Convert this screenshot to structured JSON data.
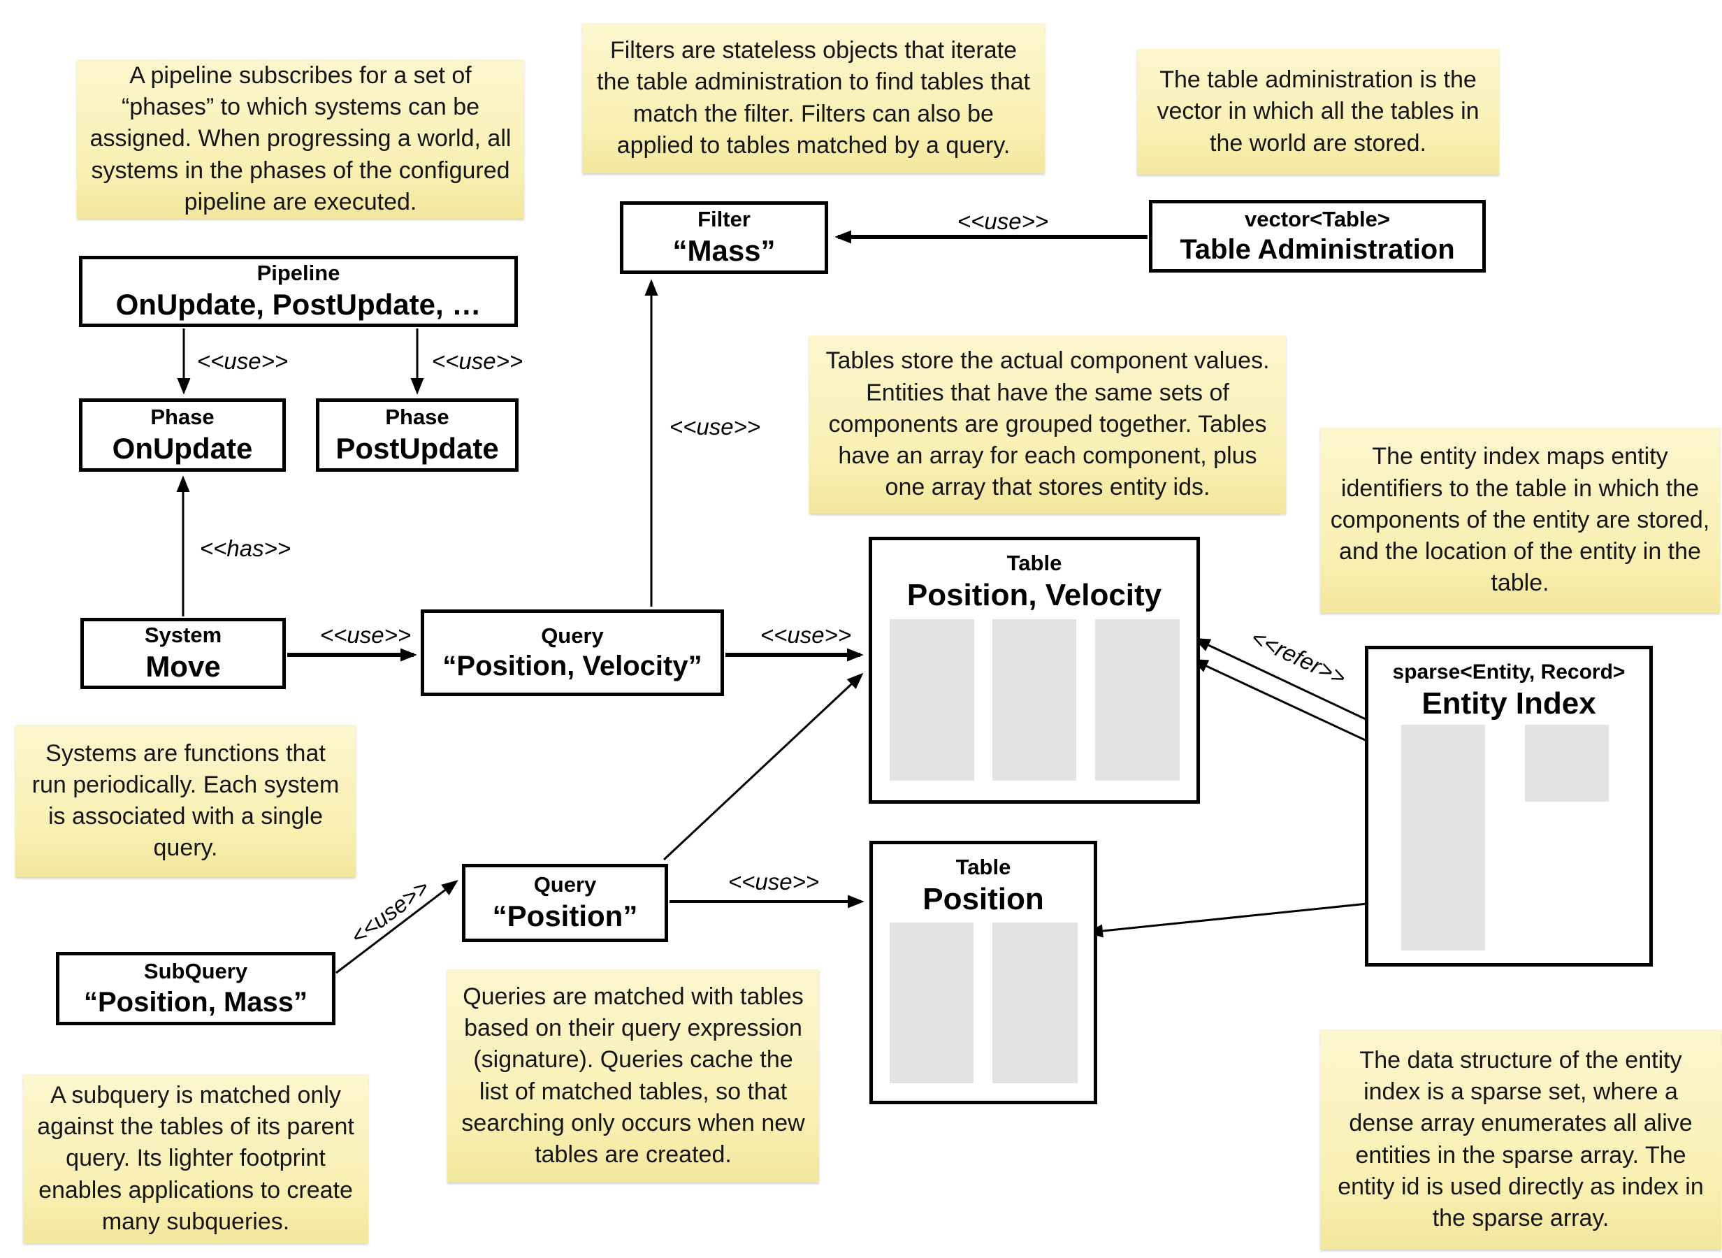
{
  "notes": {
    "pipeline": "A pipeline subscribes for a set of “phases” to which systems can be assigned. When progressing a world, all systems in the phases of the configured pipeline are executed.",
    "filters": "Filters are stateless objects that iterate the table administration to find tables that match the filter. Filters can also be applied to tables matched by a query.",
    "table_admin": "The table administration is the vector in which all the tables in the world are stored.",
    "tables": "Tables store the actual component values. Entities that have the same sets of components are grouped together. Tables have an array for each component, plus one array that stores entity ids.",
    "entity_index": "The entity index maps entity identifiers to the table in which the components of the entity are stored, and the location of the entity in the table.",
    "systems": "Systems are functions that run periodically. Each system is associated with a single query.",
    "queries": "Queries are matched with tables based on their query expression (signature). Queries cache the list of matched tables, so that searching only occurs when new tables are created.",
    "subquery": "A subquery is matched only against the tables of its parent query. Its lighter footprint enables applications to create many subqueries.",
    "sparse_set": "The data structure of the entity index is a sparse set, where a dense array enumerates all alive entities in the sparse array. The entity id is used directly as index in the sparse array."
  },
  "boxes": {
    "pipeline": {
      "stereotype": "Pipeline",
      "label": "OnUpdate, PostUpdate, …"
    },
    "phase_onupdate": {
      "stereotype": "Phase",
      "label": "OnUpdate"
    },
    "phase_postupdate": {
      "stereotype": "Phase",
      "label": "PostUpdate"
    },
    "system_move": {
      "stereotype": "System",
      "label": "Move"
    },
    "query_position_velocity": {
      "stereotype": "Query",
      "label": "“Position, Velocity”"
    },
    "query_position": {
      "stereotype": "Query",
      "label": "“Position”"
    },
    "subquery_position_mass": {
      "stereotype": "SubQuery",
      "label": "“Position, Mass”"
    },
    "filter_mass": {
      "stereotype": "Filter",
      "label": "“Mass”"
    },
    "table_administration": {
      "stereotype": "vector<Table>",
      "label": "Table Administration"
    },
    "table_position_velocity": {
      "stereotype": "Table",
      "label": "Position, Velocity"
    },
    "table_position": {
      "stereotype": "Table",
      "label": "Position"
    },
    "entity_index": {
      "stereotype": "sparse<Entity, Record>",
      "label": "Entity Index"
    }
  },
  "edge_labels": {
    "use": "<<use>>",
    "has": "<<has>>",
    "refer": "<<refer>>"
  }
}
